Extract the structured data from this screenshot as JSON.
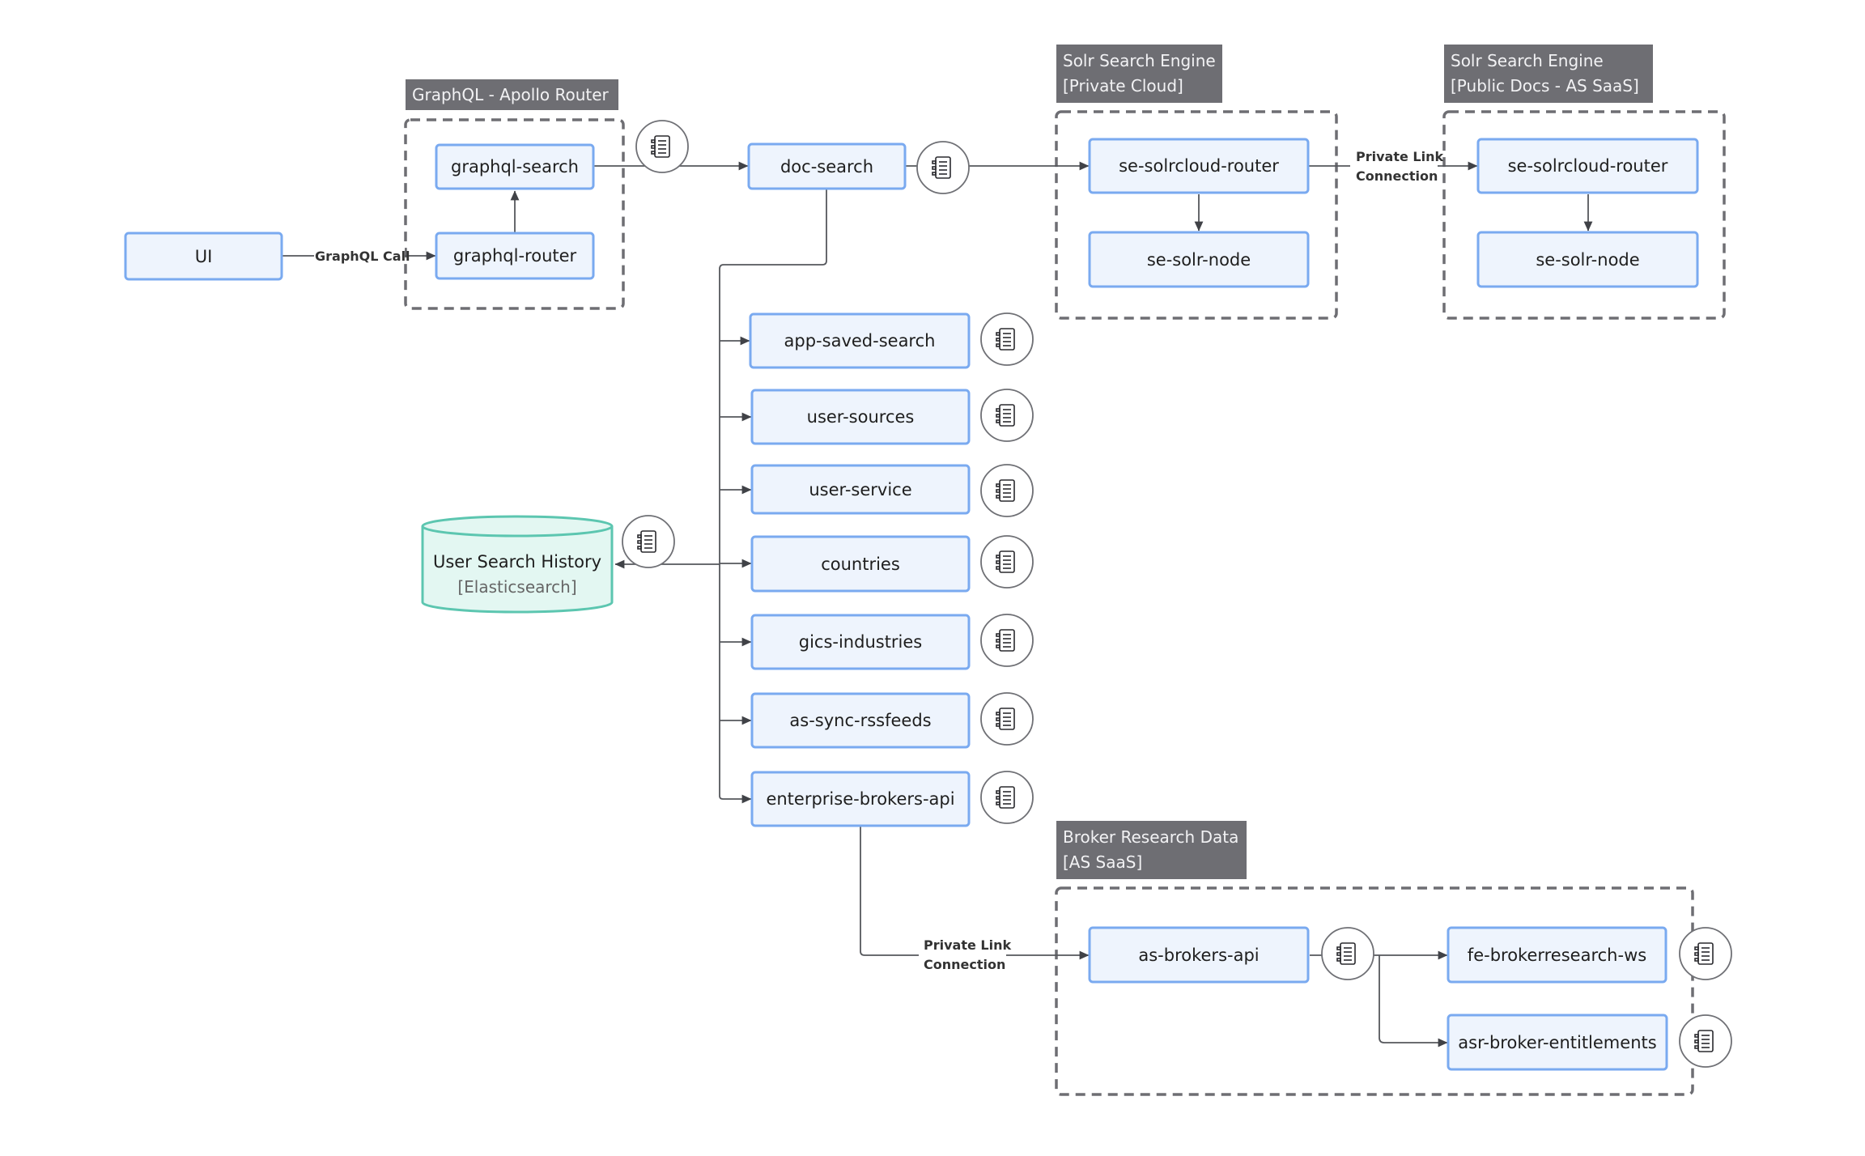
{
  "groups": {
    "apollo": {
      "label_lines": [
        "GraphQL - Apollo Router"
      ]
    },
    "solr_private": {
      "label_lines": [
        "Solr Search Engine",
        "[Private Cloud]"
      ]
    },
    "solr_public": {
      "label_lines": [
        "Solr Search Engine",
        "[Public Docs - AS SaaS]"
      ]
    },
    "broker": {
      "label_lines": [
        "Broker Research Data",
        "[AS SaaS]"
      ]
    }
  },
  "nodes": {
    "ui": "UI",
    "graphql_search": "graphql-search",
    "graphql_router": "graphql-router",
    "doc_search": "doc-search",
    "se_router_private": "se-solrcloud-router",
    "se_node_private": "se-solr-node",
    "se_router_public": "se-solrcloud-router",
    "se_node_public": "se-solr-node",
    "app_saved_search": "app-saved-search",
    "user_sources": "user-sources",
    "user_service": "user-service",
    "countries": "countries",
    "gics_industries": "gics-industries",
    "as_sync_rssfeeds": "as-sync-rssfeeds",
    "enterprise_brokers_api": "enterprise-brokers-api",
    "as_brokers_api": "as-brokers-api",
    "fe_brokerresearch_ws": "fe-brokerresearch-ws",
    "asr_broker_entitlements": "asr-broker-entitlements"
  },
  "database": {
    "title": "User Search History",
    "subtitle": "[Elasticsearch]"
  },
  "edge_labels": {
    "graphql_call": [
      "GraphQL Call"
    ],
    "private_link_top": [
      "Private Link",
      "Connection"
    ],
    "private_link_bottom": [
      "Private Link",
      "Connection"
    ]
  },
  "icons": {
    "log": "notebook-log-icon"
  },
  "colors": {
    "node_fill": "#eef4fd",
    "node_border": "#7aaaf0",
    "group_border": "#6e6e73",
    "db_fill": "#e3f7f2",
    "db_border": "#5cc6b0"
  }
}
